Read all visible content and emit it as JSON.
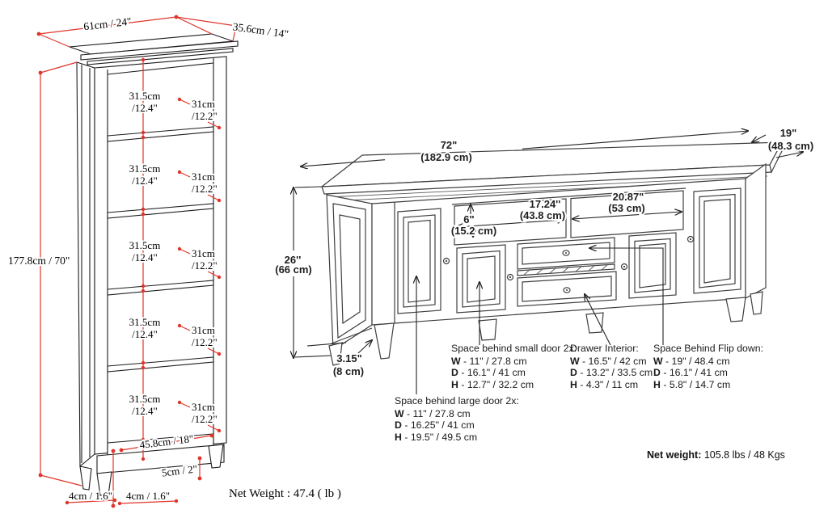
{
  "colors": {
    "dimension_red": "#e0352b",
    "line_gray": "#3f3f3f"
  },
  "bookcase": {
    "dim_top_width": "61cm / 24\"",
    "dim_top_depth": "35.6cm / 14\"",
    "dim_height": "177.8cm / 70\"",
    "shelves": [
      {
        "height_cm": "31.5cm",
        "height_in": "/12.4\"",
        "width_cm": "31cm",
        "width_in": "/12.2\""
      },
      {
        "height_cm": "31.5cm",
        "height_in": "/12.4\"",
        "width_cm": "31cm",
        "width_in": "/12.2\""
      },
      {
        "height_cm": "31.5cm",
        "height_in": "/12.4\"",
        "width_cm": "31cm",
        "width_in": "/12.2\""
      },
      {
        "height_cm": "31.5cm",
        "height_in": "/12.4\"",
        "width_cm": "31cm",
        "width_in": "/12.2\""
      },
      {
        "height_cm": "31.5cm",
        "height_in": "/12.4\"",
        "width_cm": "31cm",
        "width_in": "/12.2\""
      }
    ],
    "dim_bottom_width": "45.8cm / 18\"",
    "dim_plinth_height": "5cm / 2\"",
    "dim_foot_side": "4cm / 1.6\"",
    "dim_foot_front": "4cm / 1.6\"",
    "net_weight": "Net Weight : 47.4 ( lb )"
  },
  "tv_stand": {
    "dim_width_in": "72\"",
    "dim_width_cm": "(182.9 cm)",
    "dim_depth_in": "19\"",
    "dim_depth_cm": "(48.3 cm)",
    "dim_height_in": "26''",
    "dim_height_cm": "(66 cm)",
    "dim_shelf_h_in": "6\"",
    "dim_shelf_h_cm": "(15.2 cm)",
    "dim_shelf1_w_in": "17.24''",
    "dim_shelf1_w_cm": "(43.8 cm)",
    "dim_shelf2_w_in": "20.87\"",
    "dim_shelf2_w_cm": "(53 cm)",
    "dim_leg_in": "3.15\"",
    "dim_leg_cm": "(8 cm)",
    "annotations": {
      "small_door": {
        "title": "Space behind small door 2x:",
        "rows": [
          {
            "k": "W",
            "v": "- 11\" / 27.8 cm"
          },
          {
            "k": "D",
            "v": "- 16.1\" / 41 cm"
          },
          {
            "k": "H",
            "v": "- 12.7\" / 32.2 cm"
          }
        ]
      },
      "large_door": {
        "title": "Space behind large door 2x:",
        "rows": [
          {
            "k": "W",
            "v": "- 11\" / 27.8 cm"
          },
          {
            "k": "D",
            "v": "- 16.25\" / 41 cm"
          },
          {
            "k": "H",
            "v": "- 19.5\" / 49.5 cm"
          }
        ]
      },
      "drawer": {
        "title": "Drawer Interior:",
        "rows": [
          {
            "k": "W",
            "v": "- 16.5\" / 42 cm"
          },
          {
            "k": "D",
            "v": "- 13.2\" / 33.5 cm"
          },
          {
            "k": "H",
            "v": "- 4.3\" / 11 cm"
          }
        ]
      },
      "flip_down": {
        "title": "Space Behind Flip down:",
        "rows": [
          {
            "k": "W",
            "v": "- 19\" / 48.4 cm"
          },
          {
            "k": "D",
            "v": "- 16.1\" / 41 cm"
          },
          {
            "k": "H",
            "v": "- 5.8\" / 14.7 cm"
          }
        ]
      }
    },
    "net_weight_label": "Net weight:",
    "net_weight_value": "105.8 lbs / 48 Kgs"
  }
}
